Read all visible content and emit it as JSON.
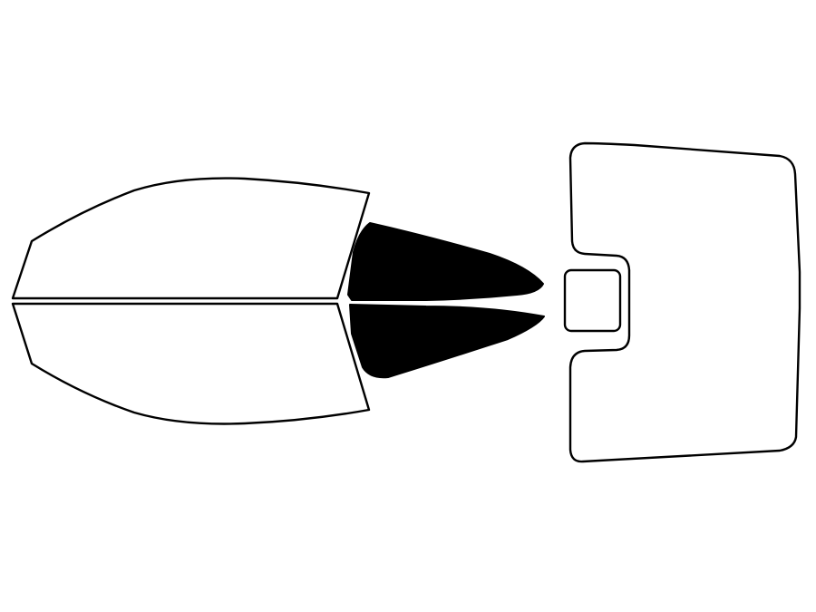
{
  "diagram": {
    "kind": "window-tint-template",
    "colors": {
      "background": "#ffffff",
      "outline": "#000000",
      "tinted_fill": "#000000",
      "untinted_fill": "#ffffff"
    },
    "parts": [
      {
        "id": "front-door-upper",
        "tinted": false
      },
      {
        "id": "front-door-lower",
        "tinted": false
      },
      {
        "id": "rear-quarter-upper",
        "tinted": true
      },
      {
        "id": "rear-quarter-lower",
        "tinted": true
      },
      {
        "id": "rear-windshield",
        "tinted": false
      },
      {
        "id": "center-brake-light-cutout",
        "tinted": false
      }
    ]
  }
}
